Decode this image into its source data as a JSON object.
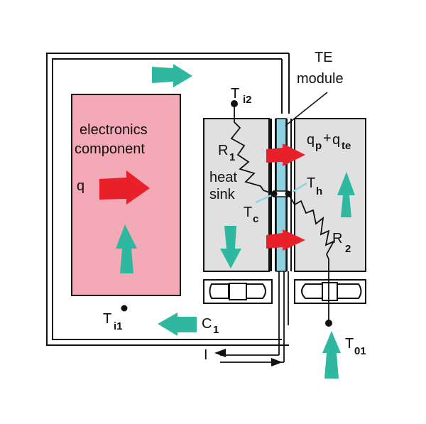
{
  "diagram": {
    "title": "Thermoelectric cooling of an electronics enclosure",
    "colors": {
      "component_fill": "#f4aab6",
      "heat_sink_fill": "#e0e0e0",
      "te_module_fill": "#8fd3e2",
      "heat_arrow": "#e8202a",
      "air_arrow": "#2fb7a0",
      "tc_th_pointer": "#8fd3e2",
      "line": "#111111"
    },
    "labels": {
      "component_line1": "electronics",
      "component_line2": "component",
      "q": "q",
      "te_line1": "TE",
      "te_line2": "module",
      "ti2_main": "T",
      "ti2_sub": "i2",
      "ti1_main": "T",
      "ti1_sub": "i1",
      "r1_main": "R",
      "r1_sub": "1",
      "r2_main": "R",
      "r2_sub": "2",
      "heat_sink_line1": "heat",
      "heat_sink_line2": "sink",
      "tc_main": "T",
      "tc_sub": "c",
      "th_main": "T",
      "th_sub": "h",
      "qp_main": "q",
      "qp_sub": "p",
      "plus": "+",
      "qte_main": "q",
      "qte_sub": "te",
      "c1_main": "C",
      "c1_sub": "1",
      "t01_main": "T",
      "t01_sub": "01",
      "current": "I"
    }
  }
}
